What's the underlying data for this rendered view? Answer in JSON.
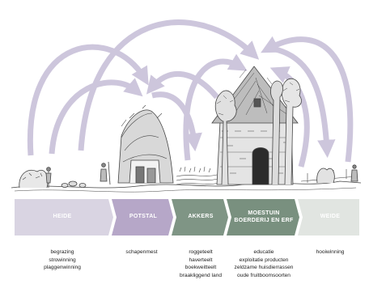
{
  "colors": {
    "arrow": "#cdc6dc",
    "heide": "#d9d4e2",
    "potstal": "#b6a7c8",
    "akkers": "#7f9585",
    "moestuin": "#79907f",
    "weide": "#e1e5e1"
  },
  "zones": [
    {
      "id": "heide",
      "label": "HEIDE",
      "activities": [
        "begrazing",
        "strowinning",
        "plaggenwinning"
      ]
    },
    {
      "id": "potstal",
      "label": "POTSTAL",
      "activities": [
        "schapenmest"
      ]
    },
    {
      "id": "akkers",
      "label": "AKKERS",
      "activities": [
        "roggeteelt",
        "haverteelt",
        "boekweitteelt",
        "braakliggend land"
      ]
    },
    {
      "id": "moestuin",
      "label": "MOESTUIN BOERDERIJ EN ERF",
      "label_lines": [
        "MOESTUIN",
        "BOERDERIJ EN ERF"
      ],
      "activities": [
        "educatie",
        "exploitatie producten",
        "zeldzame huisdierrassen",
        "oude fruitboomsoorten"
      ]
    },
    {
      "id": "weide",
      "label": "WEIDE",
      "activities": [
        "hooiwinning"
      ]
    }
  ],
  "icons": [
    "tree-icon",
    "farmhouse-icon",
    "sheepfold-icon",
    "shepherd-icon",
    "arrow-icon"
  ]
}
